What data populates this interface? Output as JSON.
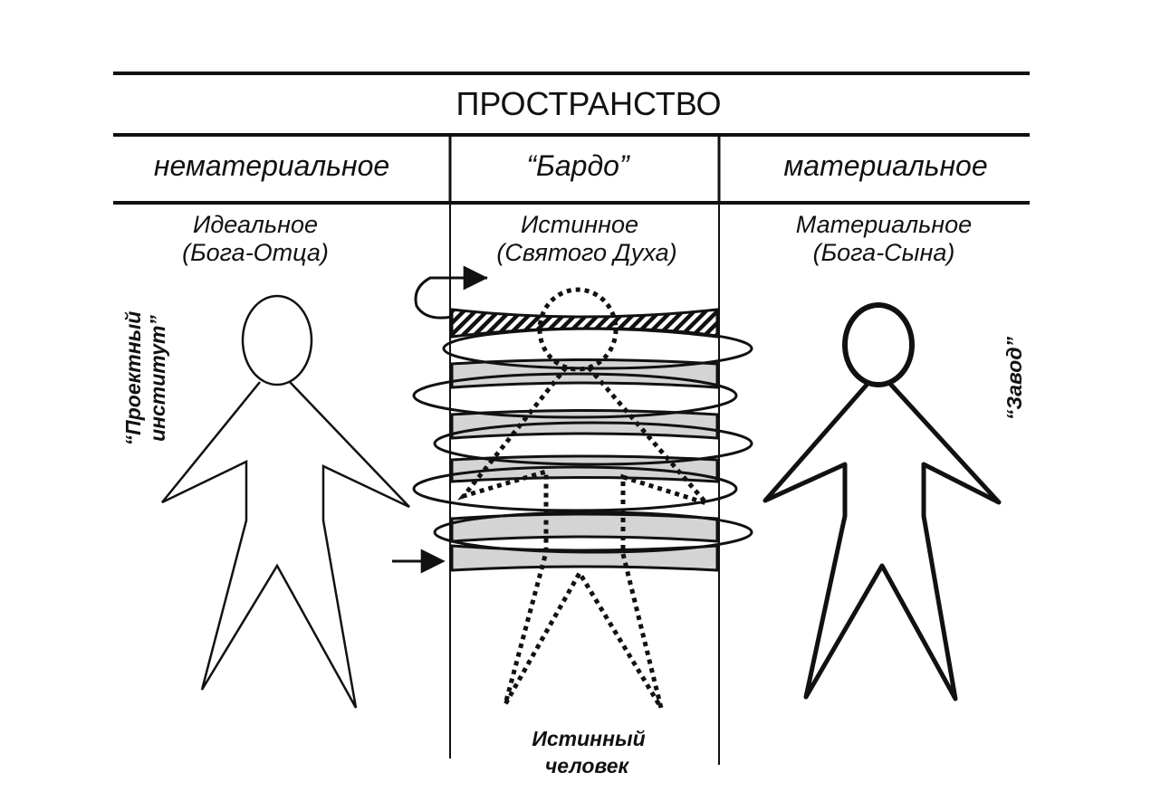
{
  "header": {
    "title": "ПРОСТРАНСТВО"
  },
  "columns": {
    "left": "нематериальное",
    "middle": "“Бардо”",
    "right": "материальное"
  },
  "subtitles": {
    "left_line1": "Идеальное",
    "left_line2": "(Бога-Отца)",
    "middle_line1": "Истинное",
    "middle_line2": "(Святого Духа)",
    "right_line1": "Материальное",
    "right_line2": "(Бога-Сына)"
  },
  "side_labels": {
    "left_line1": "“Проектный",
    "left_line2": "институт”",
    "right": "“Завод”"
  },
  "bottom_label": {
    "line1": "Истинный",
    "line2": "человек"
  },
  "colors": {
    "ink": "#111111",
    "band_fill": "#d4d4d4",
    "background": "#ffffff"
  },
  "icons": {
    "left_figure": "ideal-human-outline-icon",
    "middle_figure": "true-human-dotted-outline-icon",
    "right_figure": "material-human-outline-icon",
    "arrows": "arrow-right-icon"
  }
}
